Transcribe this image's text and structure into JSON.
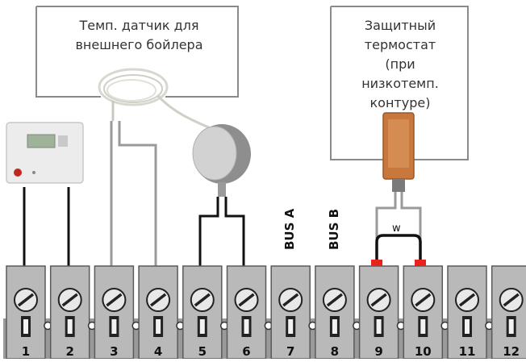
{
  "temp_sensor_label": "Темп. датчик для внешнего бойлера",
  "thermostat_label": "Защитный термостат (при низкотемп. контуре)",
  "bus_a_label": "BUS A",
  "bus_b_label": "BUS B",
  "jumper_label": "w",
  "terminals": [
    "1",
    "2",
    "3",
    "4",
    "5",
    "6",
    "7",
    "8",
    "9",
    "10",
    "11",
    "12"
  ],
  "colors": {
    "wire_black": "#111111",
    "wire_grey": "#9a9a9a",
    "terminal_body": "#b9b9b9",
    "jumper_red": "#e8231e",
    "thermostat_body": "#c8783c"
  }
}
